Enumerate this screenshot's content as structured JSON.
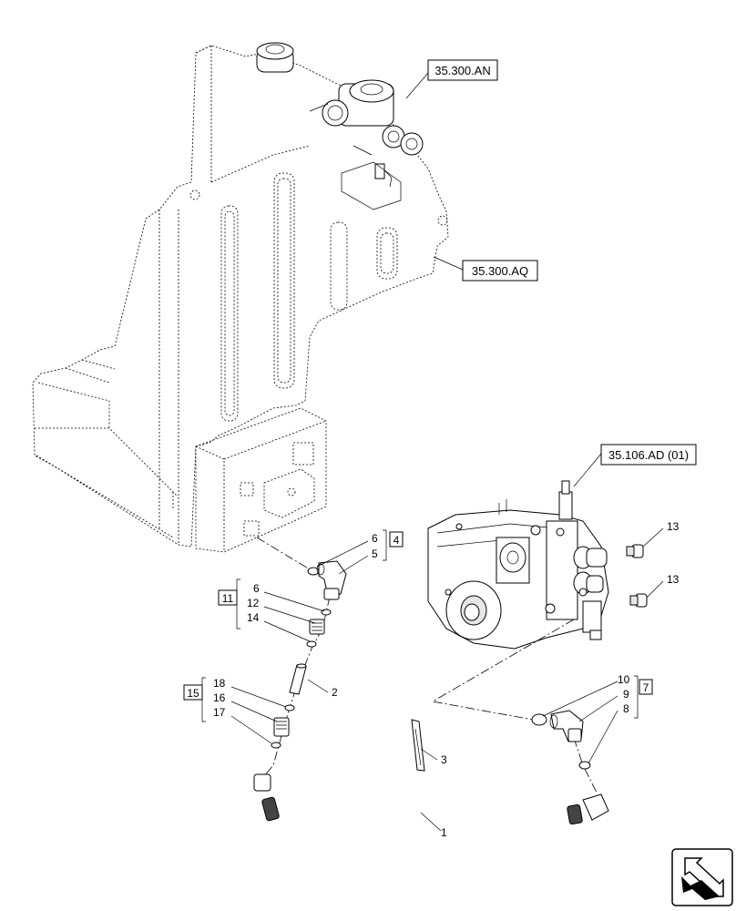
{
  "references": {
    "tank_top": "35.300.AN",
    "tank_side": "35.300.AQ",
    "pump": "35.106.AD (01)"
  },
  "callouts": {
    "c1": "1",
    "c2": "2",
    "c3": "3",
    "c5": "5",
    "c6a": "6",
    "c6b": "6",
    "c8": "8",
    "c9": "9",
    "c10": "10",
    "c12": "12",
    "c13a": "13",
    "c13b": "13",
    "c14": "14",
    "c16": "16",
    "c17": "17",
    "c18": "18"
  },
  "kits": {
    "k4": "4",
    "k7": "7",
    "k11": "11",
    "k15": "15"
  },
  "nav_icon": "navigation-arrow-icon"
}
